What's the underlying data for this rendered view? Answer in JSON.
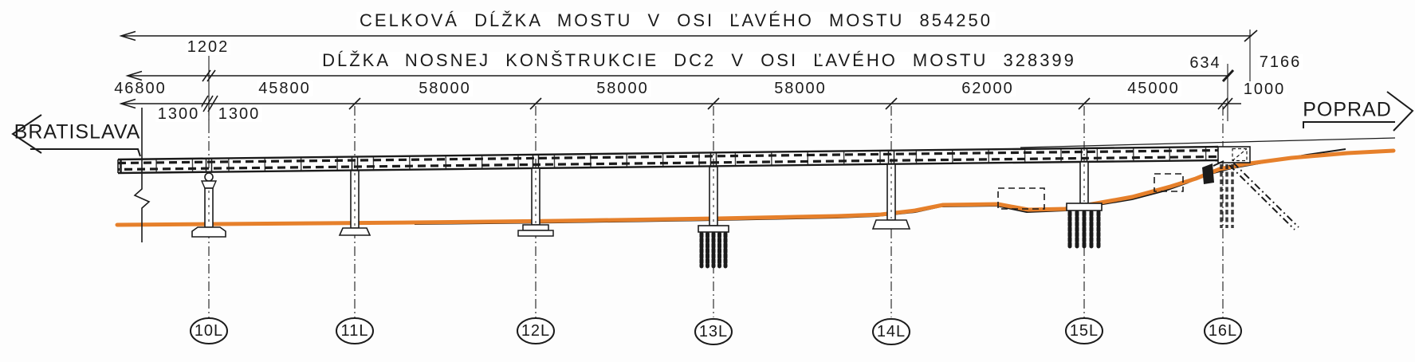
{
  "titles": {
    "total_length": "CELKOVÁ DĹŽKA MOSTU V OSI ĽAVÉHO MOSTU 854250",
    "dc2_length": "DĹŽKA NOSNEJ KONŠTRUKCIE DC2 V OSI ĽAVÉHO MOSTU 328399"
  },
  "directions": {
    "west": "BRATISLAVA",
    "east": "POPRAD"
  },
  "dims": {
    "pier10_offset": "1202",
    "pier10_left": "1300",
    "pier10_right": "1300",
    "spans": [
      "46800",
      "45800",
      "58000",
      "58000",
      "58000",
      "62000",
      "45000"
    ],
    "end_span": "1000",
    "dc2_end_offset": "634",
    "abutment_offset": "7166"
  },
  "piers": [
    "10L",
    "11L",
    "12L",
    "13L",
    "14L",
    "15L",
    "16L"
  ],
  "colors": {
    "line": "#1b1b1b",
    "terrain_design": "#e6802b"
  }
}
